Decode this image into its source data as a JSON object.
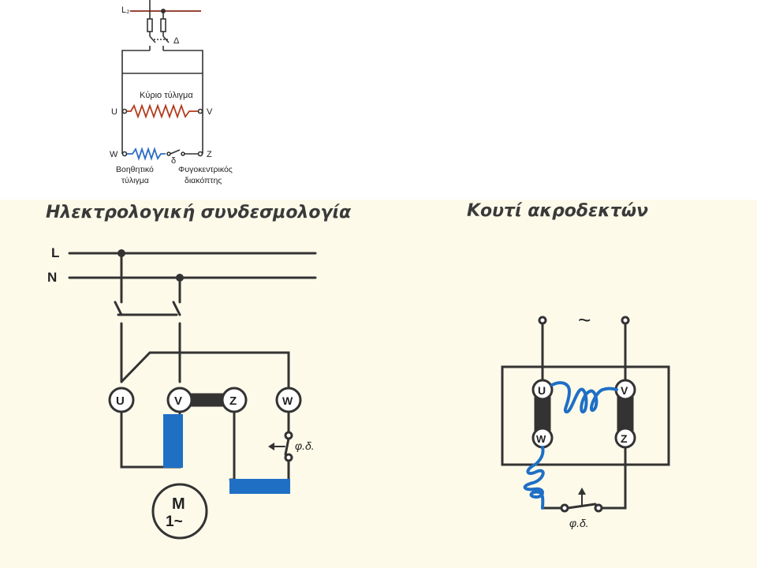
{
  "top_schematic": {
    "supply_label": "L₂",
    "contact_label": "Δ",
    "main_winding_label": "Κύριο τύλιγμα",
    "aux_winding_label_1": "Βοηθητικό",
    "aux_winding_label_2": "τύλιγμα",
    "switch_label_1": "Φυγοκεντρικός",
    "switch_label_2": "διακόπτης",
    "switch_symbol": "δ",
    "terminal_u": "U",
    "terminal_v": "V",
    "terminal_w": "W",
    "terminal_z": "Z"
  },
  "left_diagram": {
    "heading": "Ηλεκτρολογική συνδεσμολογία",
    "line_l": "L",
    "line_n": "N",
    "terminal_u": "U",
    "terminal_v": "V",
    "terminal_z": "Z",
    "terminal_w": "W",
    "switch_label": "φ.δ.",
    "motor_line1": "M",
    "motor_line2": "1~"
  },
  "right_diagram": {
    "heading": "Κουτί ακροδεκτών",
    "ac_symbol": "~",
    "terminal_u": "U",
    "terminal_v": "V",
    "terminal_w": "W",
    "terminal_z": "Z",
    "switch_label": "φ.δ."
  },
  "colors": {
    "main_winding": "#b23a1a",
    "aux_winding": "#2a6cc4",
    "highlight_blue": "#1f6fc5",
    "wire": "#333333",
    "panel_background": "#fdfaea"
  }
}
